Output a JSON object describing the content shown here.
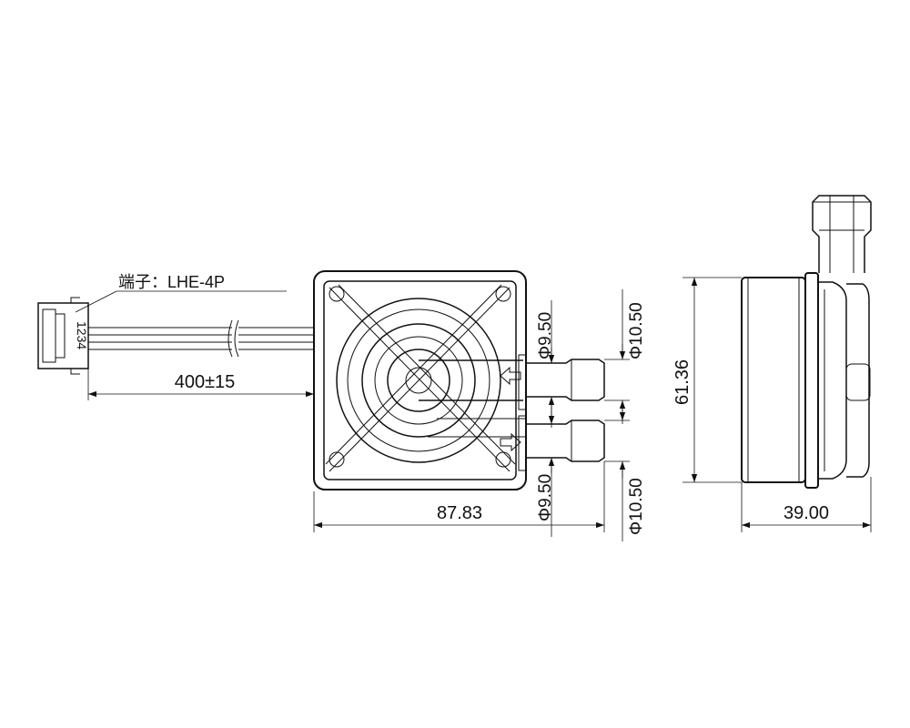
{
  "labels": {
    "connector": "端子：LHE-4P",
    "pin_numbers": "1234",
    "cable_length": "400±15",
    "body_width": "87.83",
    "body_height": "61.36",
    "side_depth": "39.00",
    "inlet_inner_dia": "Φ9.50",
    "inlet_outer_dia": "Φ10.50",
    "outlet_inner_dia": "Φ9.50",
    "outlet_outer_dia": "Φ10.50"
  }
}
